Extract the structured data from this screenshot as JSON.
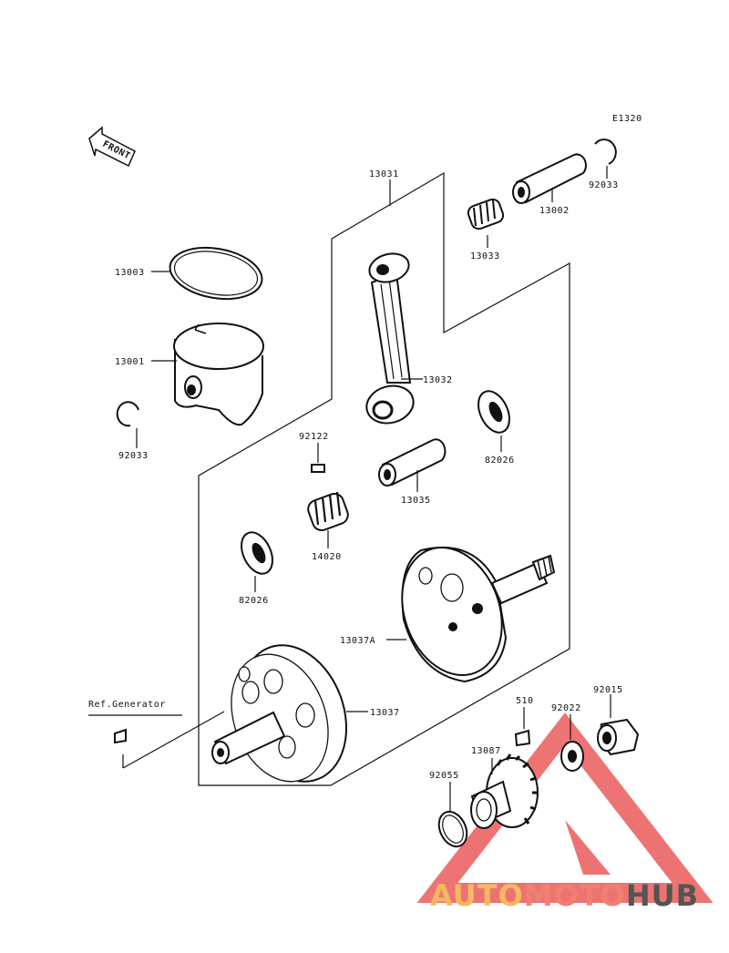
{
  "diagram_code": "E1320",
  "front_label": "FRONT",
  "ref_label": "Ref.Generator",
  "watermark": {
    "part1": "AUTO",
    "part2": "MOTO",
    "part3": "HUB",
    "color1": "#f4b860",
    "color2": "#f08070",
    "color3": "#555555",
    "logo_color": "#e84545"
  },
  "parts": {
    "p13031": "13031",
    "p13002": "13002",
    "p92033_top": "92033",
    "p13033": "13033",
    "p13003": "13003",
    "p13001": "13001",
    "p92033_left": "92033",
    "p13032": "13032",
    "p92122": "92122",
    "p82026_right": "82026",
    "p13035": "13035",
    "p14020": "14020",
    "p82026_left": "82026",
    "p13037A": "13037A",
    "p13037": "13037",
    "p510": "510",
    "p92022": "92022",
    "p92015": "92015",
    "p13087": "13087",
    "p92055": "92055"
  }
}
